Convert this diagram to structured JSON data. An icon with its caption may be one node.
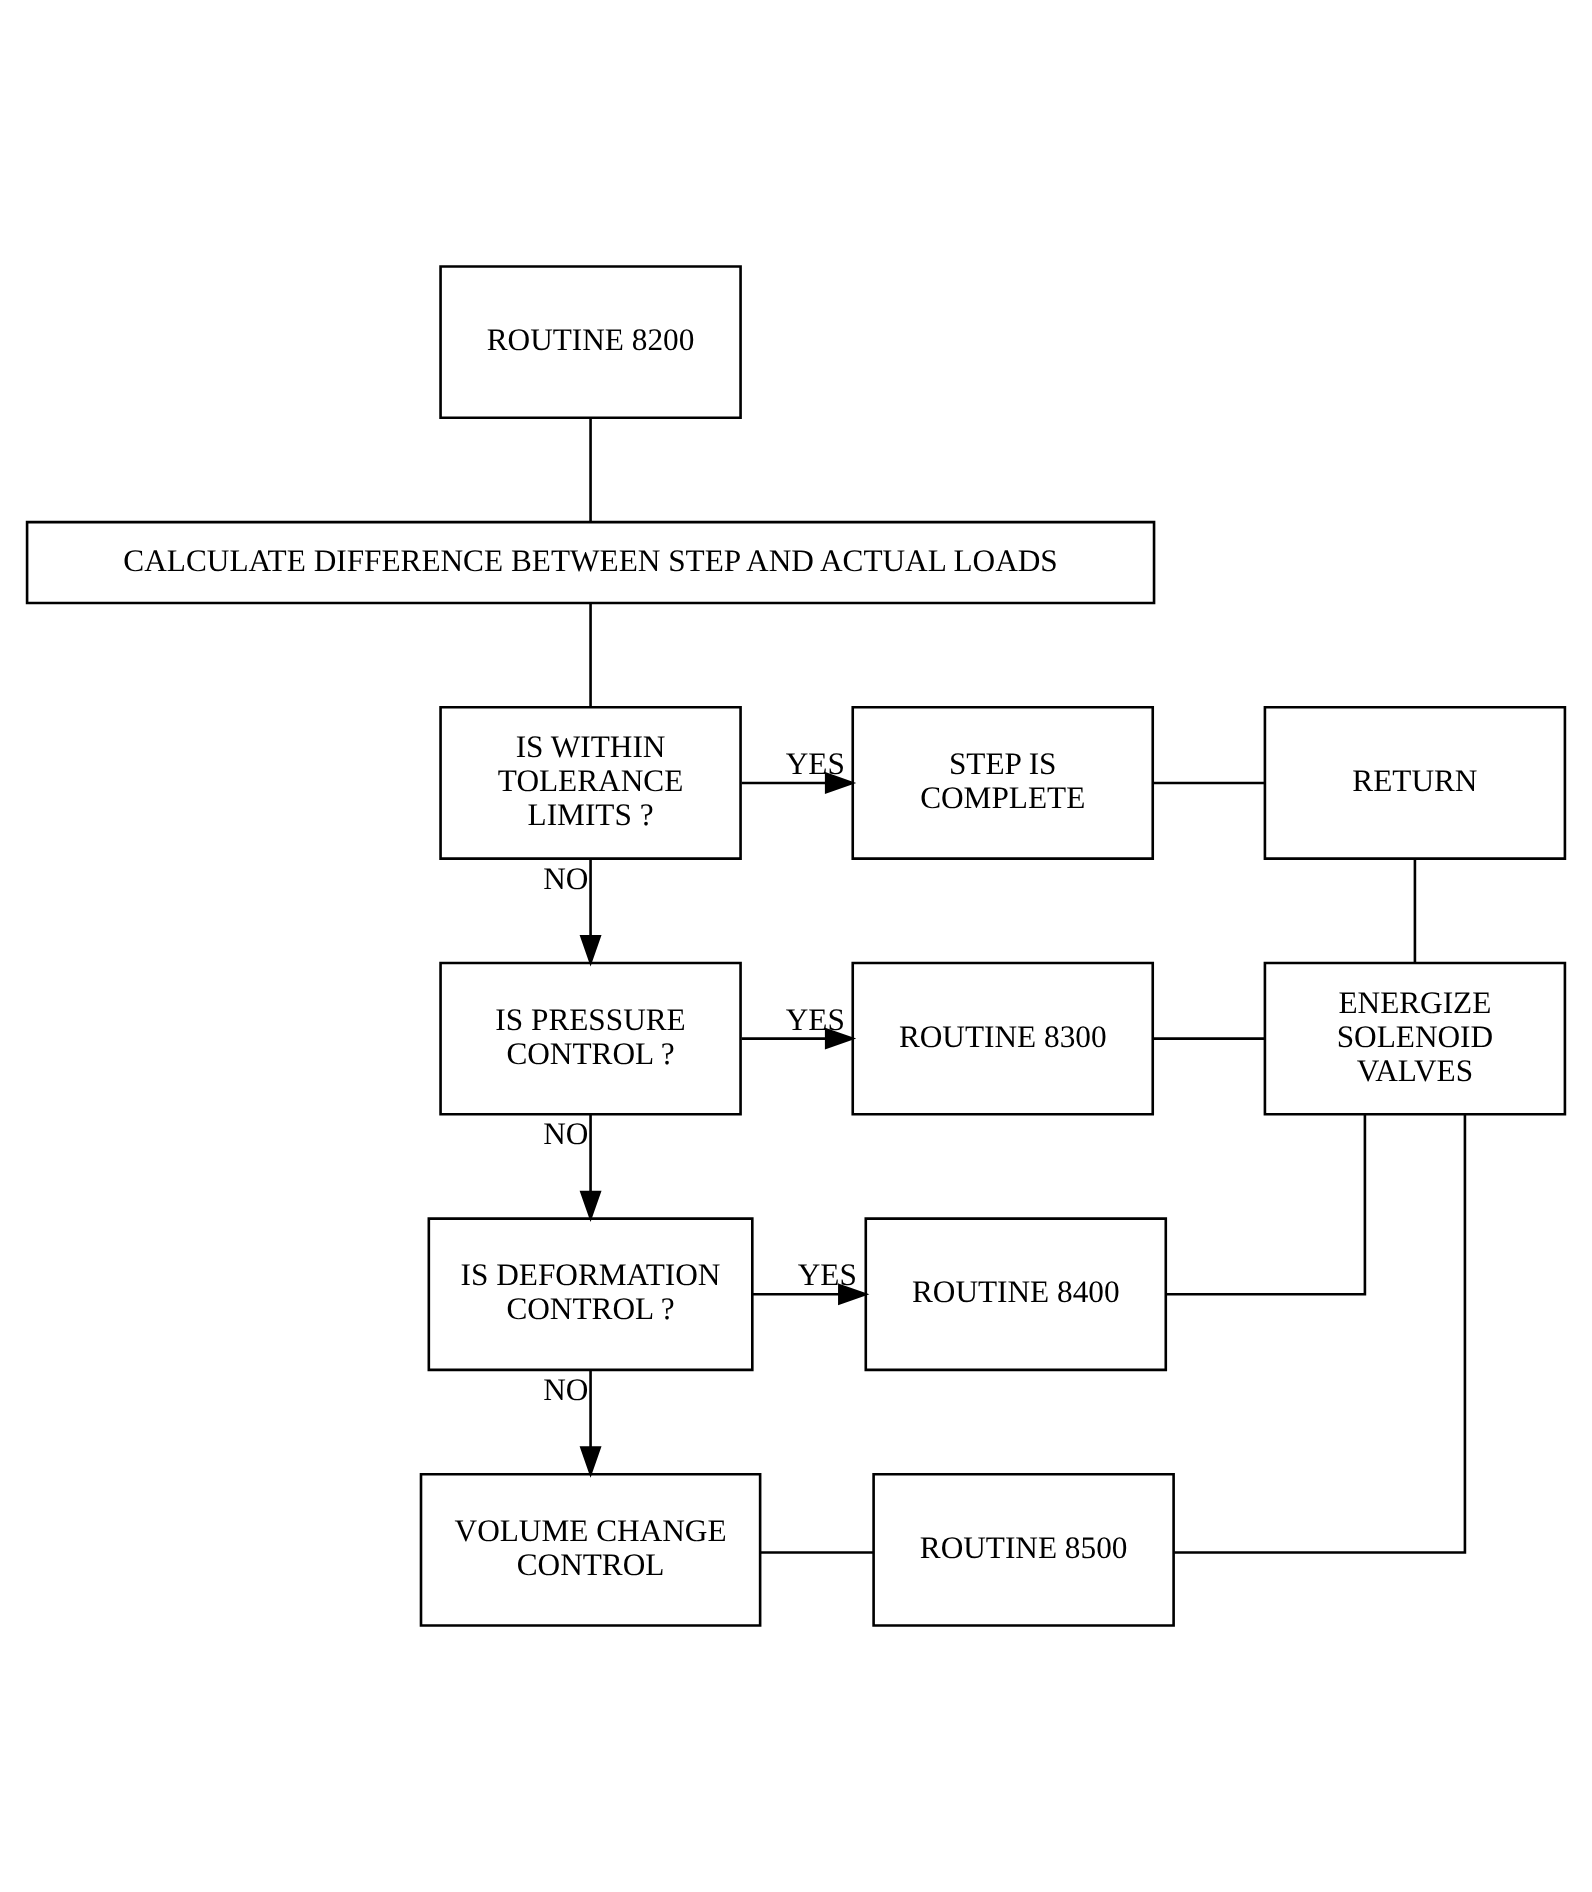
{
  "diagram": {
    "nodes": [
      {
        "text": [
          "ROUTINE 8200"
        ]
      },
      {
        "text": [
          "CALCULATE DIFFERENCE BETWEEN STEP AND ACTUAL LOADS"
        ]
      },
      {
        "text": [
          "IS WITHIN TOLERANCE LIMITS ?"
        ]
      },
      {
        "text": [
          "STEP IS COMPLETE"
        ]
      },
      {
        "text": [
          "RETURN"
        ]
      },
      {
        "text": [
          "IS PRESSURE CONTROL ?"
        ]
      },
      {
        "text": [
          "ROUTINE 8300"
        ]
      },
      {
        "text": [
          "ENERGIZE SOLENOID VALVES"
        ]
      },
      {
        "text": [
          "IS DEFORMATION CONTROL ?"
        ]
      },
      {
        "text": [
          "ROUTINE 8400"
        ]
      },
      {
        "text": [
          "VOLUME CHANGE CONTROL"
        ]
      },
      {
        "text": [
          "ROUTINE 8500"
        ]
      }
    ],
    "edges": [
      {
        "from": 0,
        "to": 1,
        "arrow": "none"
      },
      {
        "from": 1,
        "to": 2,
        "arrow": "none"
      },
      {
        "from": 2,
        "to": 3,
        "arrow": "to",
        "label": "YES"
      },
      {
        "from": 3,
        "to": 4,
        "arrow": "none"
      },
      {
        "from": 2,
        "to": 5,
        "arrow": "to",
        "label": "NO"
      },
      {
        "from": 5,
        "to": 6,
        "arrow": "to",
        "label": "YES"
      },
      {
        "from": 6,
        "to": 7,
        "arrow": "none"
      },
      {
        "from": 7,
        "to": 4,
        "arrow": "none"
      },
      {
        "from": 5,
        "to": 8,
        "arrow": "to",
        "label": "NO"
      },
      {
        "from": 8,
        "to": 9,
        "arrow": "to",
        "label": "YES"
      },
      {
        "from": 9,
        "to": 7,
        "arrow": "none"
      },
      {
        "from": 8,
        "to": 10,
        "arrow": "to",
        "label": "NO"
      },
      {
        "from": 10,
        "to": 11,
        "arrow": "none"
      },
      {
        "from": 11,
        "to": 7,
        "arrow": "none"
      }
    ]
  }
}
